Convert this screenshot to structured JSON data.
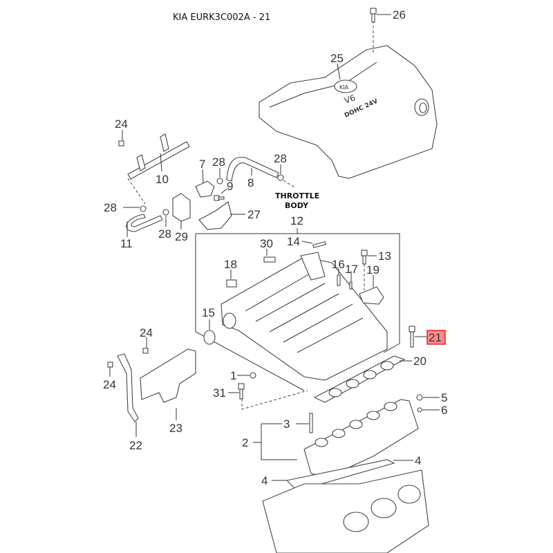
{
  "title": "KIA EURK3C002A - 21",
  "highlight_color": "#ff8a8a",
  "highlighted_part": "21",
  "callouts": {
    "c1": "1",
    "c2": "2",
    "c3": "3",
    "c4a": "4",
    "c4b": "4",
    "c5": "5",
    "c6": "6",
    "c7": "7",
    "c8": "8",
    "c9": "9",
    "c10": "10",
    "c11": "11",
    "c12": "12",
    "c13": "13",
    "c14": "14",
    "c15": "15",
    "c16": "16",
    "c17": "17",
    "c18": "18",
    "c19": "19",
    "c20": "20",
    "c21": "21",
    "c22": "22",
    "c23": "23",
    "c24a": "24",
    "c24b": "24",
    "c24c": "24",
    "c25": "25",
    "c26": "26",
    "c27": "27",
    "c28a": "28",
    "c28b": "28",
    "c28c": "28",
    "c28d": "28",
    "c29": "29",
    "c30": "30",
    "c31": "31"
  },
  "notes": {
    "throttle_line1": "THROTTLE",
    "throttle_line2": "BODY"
  },
  "cover_text": {
    "emblem": "KIA",
    "engine": "V6",
    "type": "DOHC 24V"
  }
}
